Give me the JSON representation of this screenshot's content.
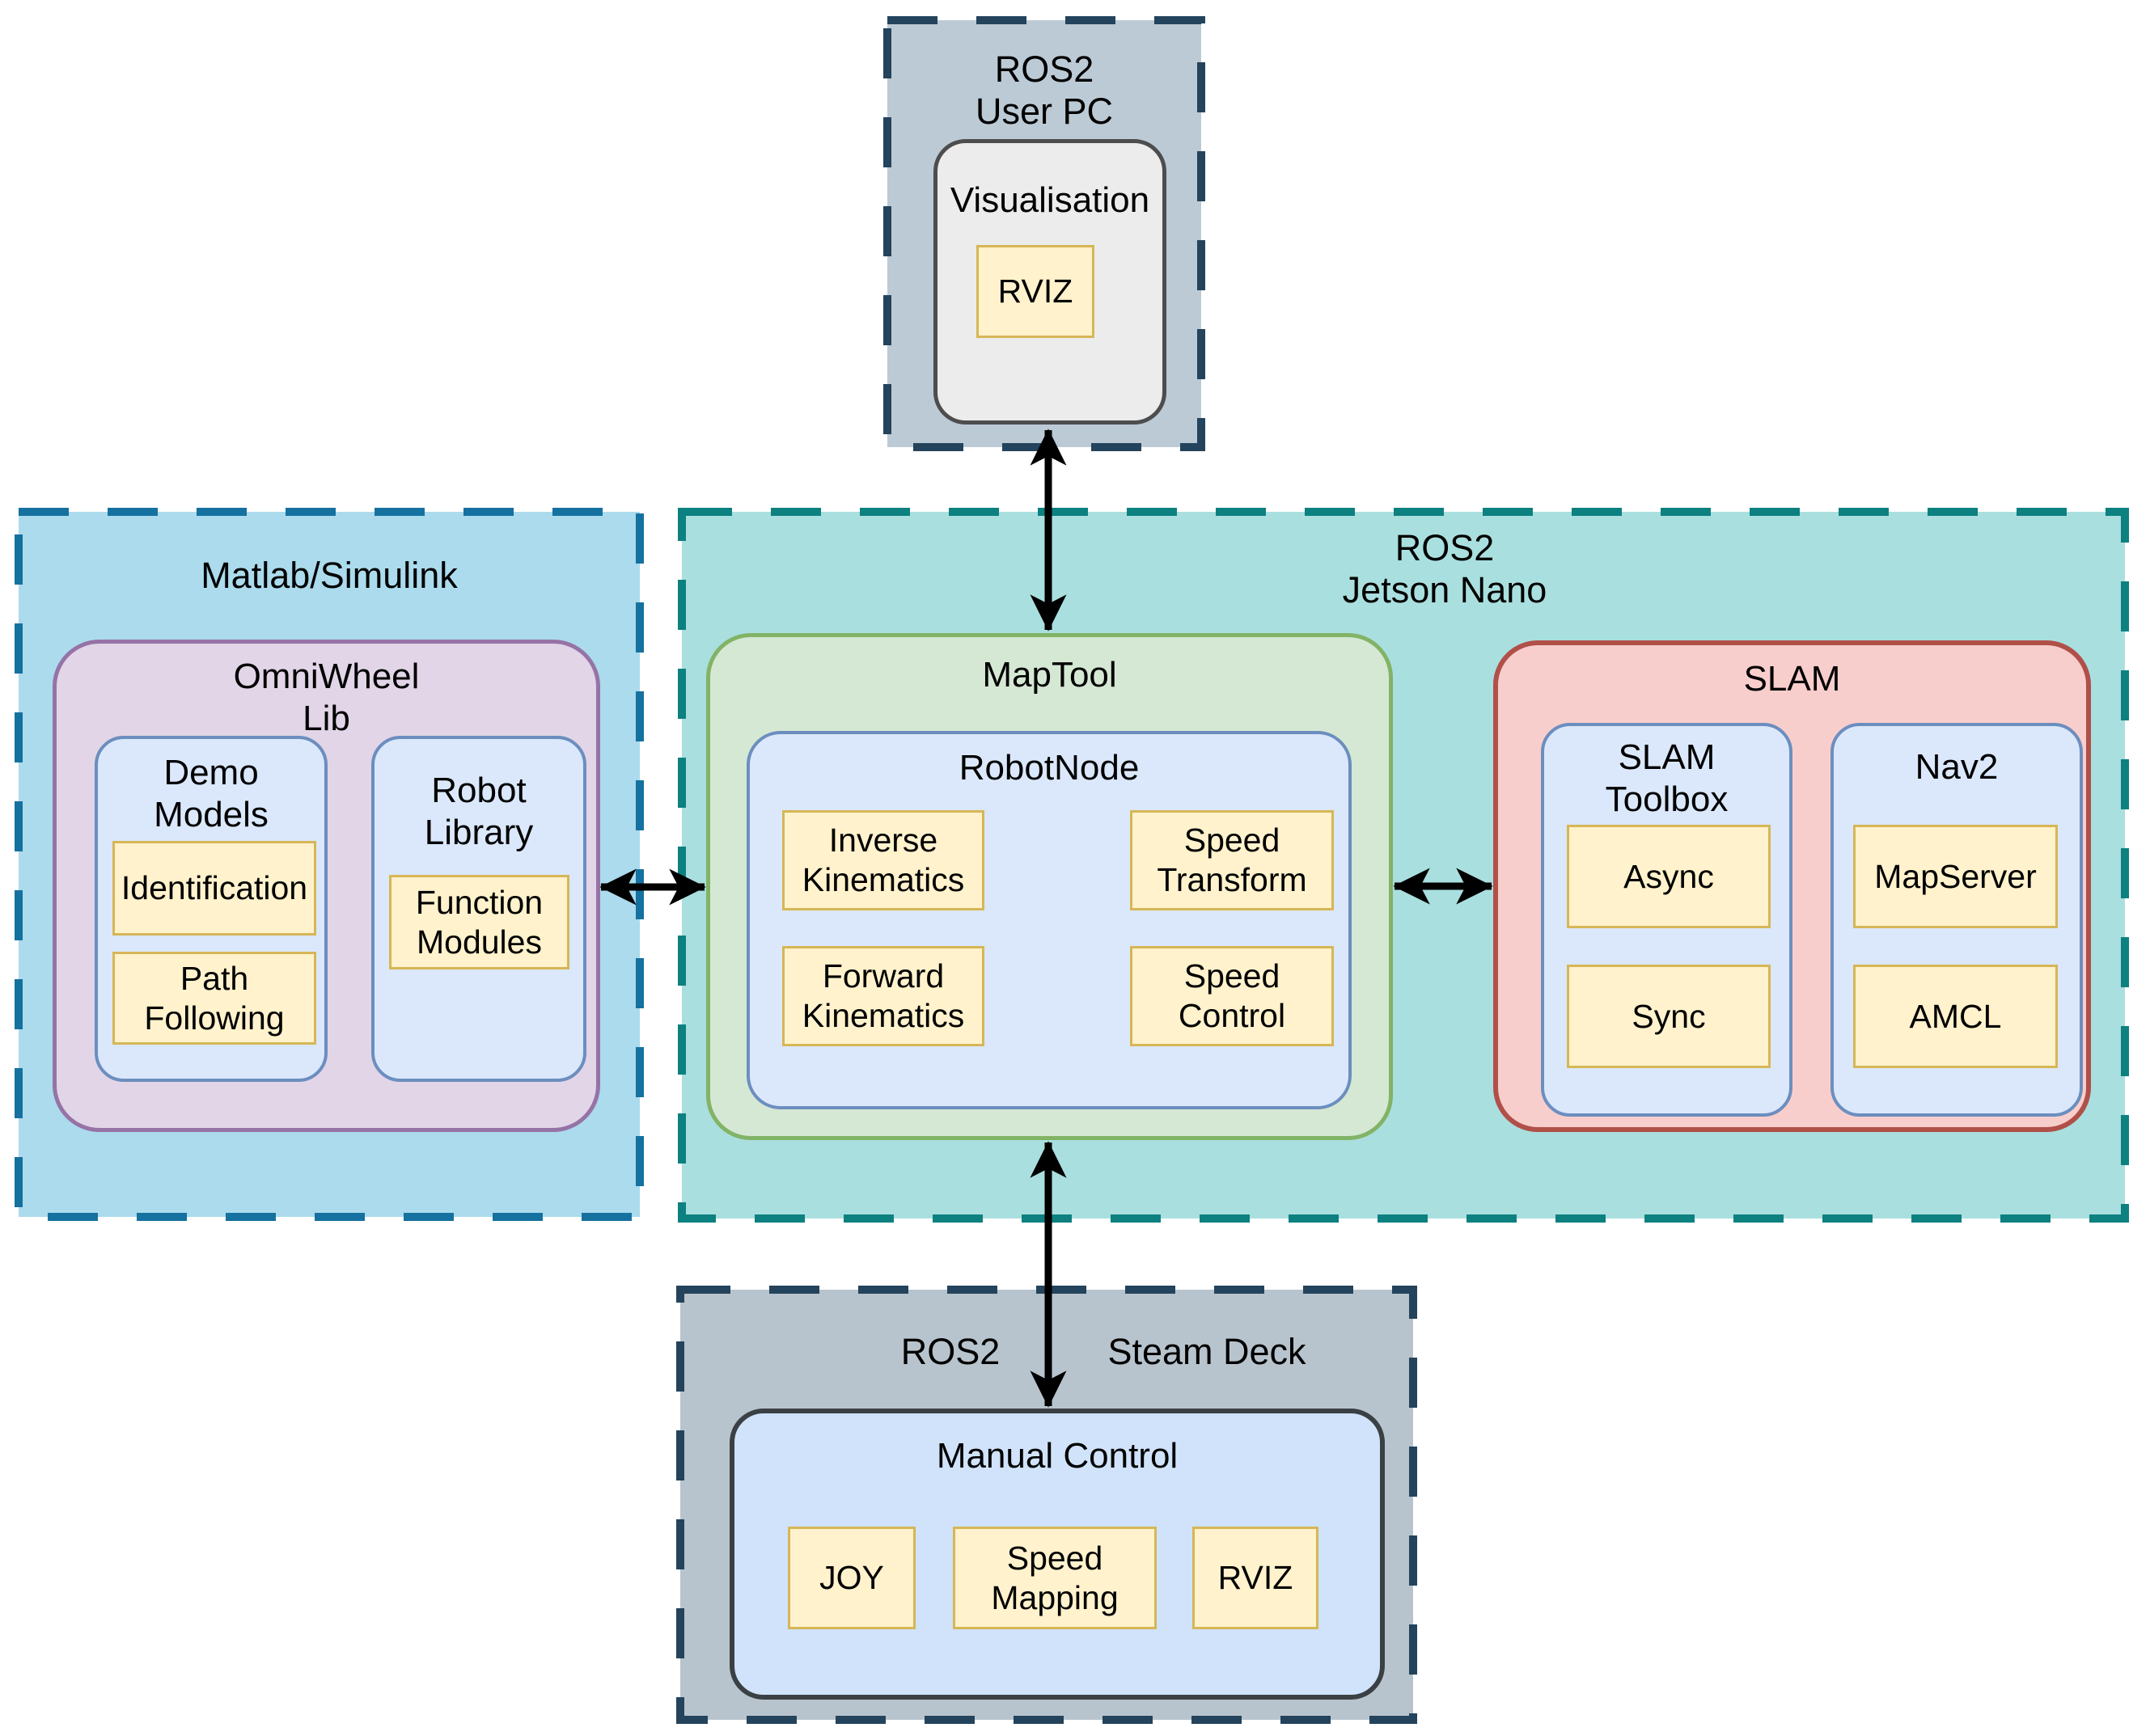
{
  "colors": {
    "arrow": "#000000",
    "text": "#000000",
    "user_pc_fill": "#bccad5",
    "user_pc_stroke": "#24435c",
    "steamdeck_fill": "#b8c4cd",
    "steamdeck_stroke": "#24435c",
    "matlab_fill": "#abdbed",
    "matlab_stroke": "#15719f",
    "jetson_fill": "#aadfdf",
    "jetson_stroke": "#0d8080",
    "maptool_fill": "#d5e8d4",
    "maptool_stroke": "#82b366",
    "slam_fill": "#f8cecc",
    "slam_stroke": "#b05049",
    "omniwheel_fill": "#e1d5e7",
    "omniwheel_stroke": "#9673a6",
    "bluenode_fill": "#dbe8fb",
    "bluenode_stroke": "#6c8ebf",
    "manual_fill": "#d0e3fa",
    "manual_stroke": "#3b4045",
    "vis_fill": "#ececec",
    "vis_stroke": "#4d4d4d",
    "module_fill": "#fff2cc",
    "module_stroke": "#d6b656"
  },
  "user_pc_box": {
    "title_lines": [
      "ROS2",
      "User PC"
    ],
    "visualisation": {
      "title": "Visualisation",
      "modules": {
        "rviz": "RVIZ"
      }
    }
  },
  "matlab_box": {
    "title": "Matlab/Simulink",
    "omniwheel_lib": {
      "title_lines": [
        "OmniWheel",
        "Lib"
      ],
      "demo_models": {
        "title_lines": [
          "Demo",
          "Models"
        ],
        "modules": {
          "identification": "Identification",
          "path_following": "Path Following"
        }
      },
      "robot_library": {
        "title_lines": [
          "Robot",
          "Library"
        ],
        "modules": {
          "function_modules": "Function Modules"
        }
      }
    }
  },
  "jetson_box": {
    "title_lines": [
      "ROS2",
      "Jetson Nano"
    ],
    "maptool": {
      "title": "MapTool",
      "robotnode": {
        "title": "RobotNode",
        "modules": {
          "inverse_kinematics": "Inverse Kinematics",
          "speed_transform": "Speed Transform",
          "forward_kinematics": "Forward Kinematics",
          "speed_control": "Speed Control"
        }
      }
    },
    "slam": {
      "title": "SLAM",
      "slam_toolbox": {
        "title_lines": [
          "SLAM",
          "Toolbox"
        ],
        "modules": {
          "async": "Async",
          "sync": "Sync"
        }
      },
      "nav2": {
        "title": "Nav2",
        "modules": {
          "mapserver": "MapServer",
          "amcl": "AMCL"
        }
      }
    }
  },
  "steam_deck_box": {
    "title_left": "ROS2",
    "title_right": "Steam Deck",
    "manual_control": {
      "title": "Manual Control",
      "modules": {
        "joy": "JOY",
        "speed_mapping": "Speed Mapping",
        "rviz": "RVIZ"
      }
    }
  }
}
